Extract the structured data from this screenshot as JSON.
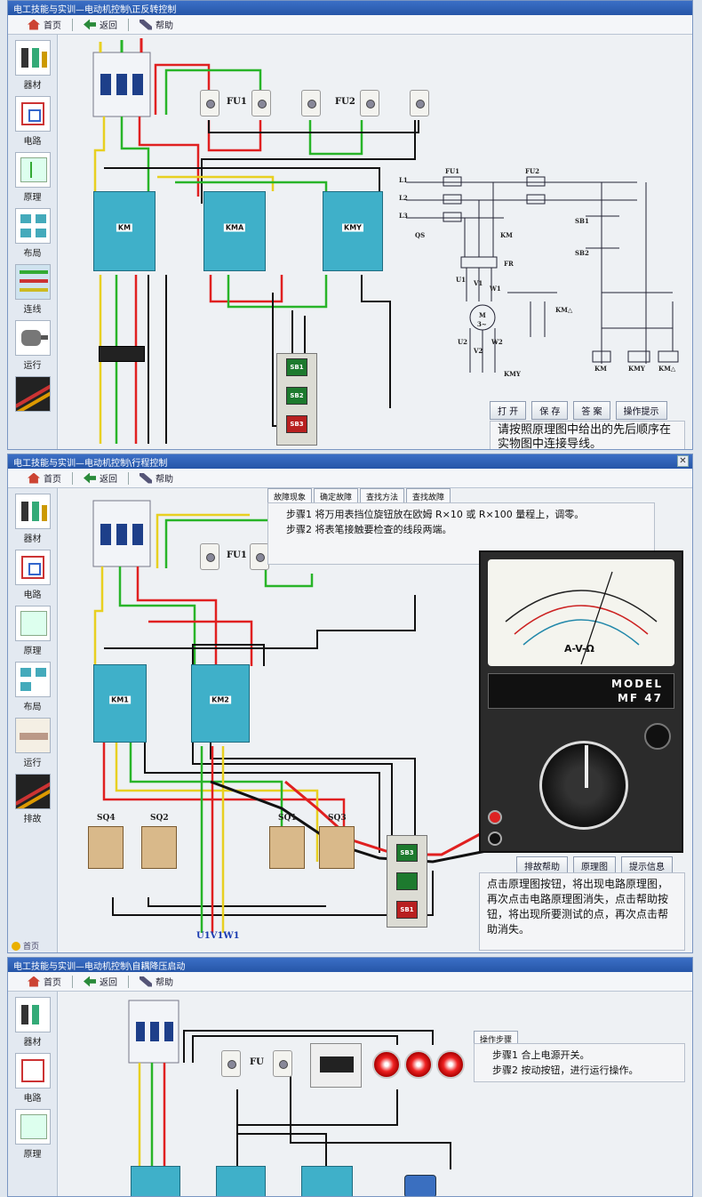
{
  "windows": [
    {
      "title": "电工技能与实训—电动机控制\\正反转控制",
      "toolbar": {
        "home": "首页",
        "back": "返回",
        "help": "帮助"
      },
      "sidebar": [
        "器材",
        "电路",
        "原理",
        "布局",
        "连线",
        "运行"
      ],
      "fuse_labels": [
        "FU1",
        "FU2"
      ],
      "contactors": [
        "KM",
        "KMA",
        "KMY"
      ],
      "buttons_sb": [
        "SB1",
        "SB2",
        "SB3"
      ],
      "schematic_labels": {
        "L1": "L1",
        "L2": "L2",
        "L3": "L3",
        "QS": "QS",
        "FU1": "FU1",
        "FU2": "FU2",
        "FR": "FR",
        "KM": "KM",
        "U1": "U1",
        "V1": "V1",
        "W1": "W1",
        "motor": "M",
        "motor_sub": "3~",
        "U2": "U2",
        "V2": "V2",
        "W2": "W2",
        "KMY": "KMY",
        "SB1": "SB1",
        "SB2": "SB2",
        "KM_coil": "KM",
        "KMY_coil": "KMY",
        "KMA_coil": "KM△",
        "KMA": "KM△"
      },
      "actions": [
        "打 开",
        "保 存",
        "答 案",
        "操作提示"
      ],
      "hint": "请按照原理图中给出的先后顺序在实物图中连接导线。"
    },
    {
      "title": "电工技能与实训—电动机控制\\行程控制",
      "toolbar": {
        "home": "首页",
        "back": "返回",
        "help": "帮助"
      },
      "sidebar": [
        "器材",
        "电路",
        "原理",
        "布局",
        "运行",
        "排故"
      ],
      "tabs": [
        "故障现象",
        "确定故障",
        "查找方法",
        "查找故障"
      ],
      "steps": [
        "步骤1 将万用表挡位旋钮放在欧姆 R×10 或 R×100 量程上，调零。",
        "步骤2 将表笔接触要检查的线段两端。"
      ],
      "fuse_label": "FU1",
      "contactors": [
        "KM1",
        "KM2"
      ],
      "limit_switches": [
        "SQ4",
        "SQ2",
        "SQ1",
        "SQ3"
      ],
      "buttons_sb": [
        "SB3",
        "SB1"
      ],
      "terminals": "U1V1W1",
      "meter": {
        "model_line1": "MODEL",
        "model_line2": "MF 47",
        "scale": "A-V-Ω"
      },
      "meter_buttons": [
        "排故帮助",
        "原理图",
        "提示信息"
      ],
      "hint": "点击原理图按钮，将出现电路原理图，再次点击电路原理图消失，点击帮助按钮，将出现所要测试的点，再次点击帮助消失。",
      "status": "首页"
    },
    {
      "title": "电工技能与实训—电动机控制\\自耦降压启动",
      "toolbar": {
        "home": "首页",
        "back": "返回",
        "help": "帮助"
      },
      "sidebar": [
        "器材",
        "电路",
        "原理"
      ],
      "fuse_label": "FU",
      "panel_tab": "操作步骤",
      "steps": [
        "步骤1 合上电源开关。",
        "步骤2 按动按钮，进行运行操作。"
      ]
    }
  ],
  "colors": {
    "titlebar": "#2656a8",
    "contactor": "#3fb0c9",
    "wire_red": "#e02020",
    "wire_green": "#28b428",
    "wire_yellow": "#e8d020"
  }
}
